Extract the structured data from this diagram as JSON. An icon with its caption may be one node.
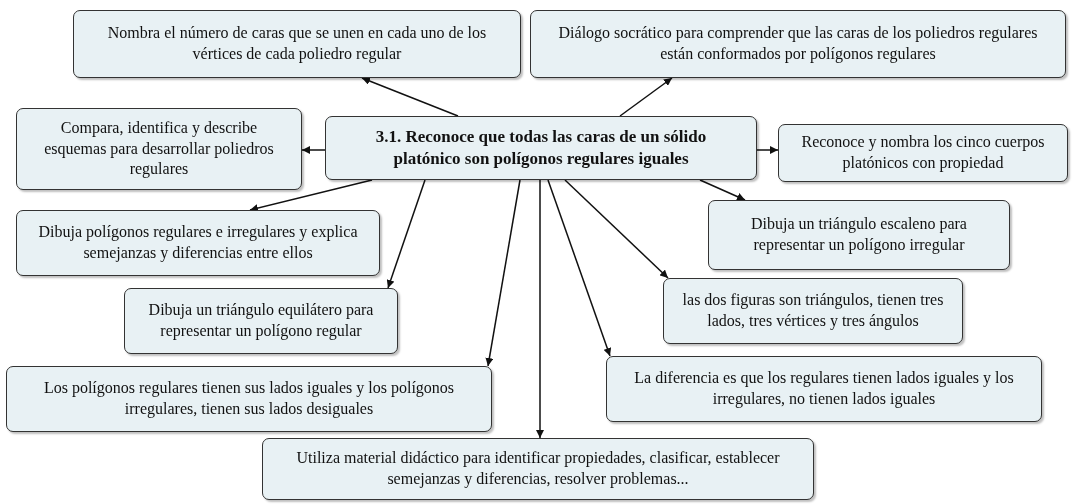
{
  "diagram": {
    "nodes": [
      {
        "text": [
          "3.1. Reconoce que todas las caras de un sólido platónico son polígonos regulares iguales"
        ]
      },
      {
        "text": [
          "Nombra el número de caras que se unen en cada uno de los vértices de cada poliedro regular"
        ]
      },
      {
        "text": [
          "Diálogo socrático para comprender que las caras de los poliedros regulares están conformados por polígonos regulares"
        ]
      },
      {
        "text": [
          "Compara, identifica y describe esquemas para desarrollar poliedros regulares"
        ]
      },
      {
        "text": [
          "Reconoce y nombra los cinco cuerpos platónicos con propiedad"
        ]
      },
      {
        "text": [
          "Dibuja polígonos regulares e irregulares y explica semejanzas y diferencias entre ellos"
        ]
      },
      {
        "text": [
          "Dibuja un triángulo escaleno para representar un polígono irregular"
        ]
      },
      {
        "text": [
          "Dibuja un triángulo equilátero para representar un polígono regular"
        ]
      },
      {
        "text": [
          "las dos figuras son triángulos, tienen tres lados, tres vértices y tres ángulos"
        ]
      },
      {
        "text": [
          "Los polígonos regulares tienen sus lados iguales y los polígonos irregulares, tienen sus lados desiguales"
        ]
      },
      {
        "text": [
          "La diferencia es que los regulares tienen lados iguales y los irregulares, no tienen lados iguales"
        ]
      },
      {
        "text": [
          "Utiliza material didáctico para identificar propiedades, clasificar, establecer semejanzas y diferencias, resolver problemas..."
        ]
      }
    ],
    "edges": [
      {
        "from": 0,
        "to": 1,
        "arrow": "to"
      },
      {
        "from": 0,
        "to": 2,
        "arrow": "to"
      },
      {
        "from": 0,
        "to": 3,
        "arrow": "to"
      },
      {
        "from": 0,
        "to": 4,
        "arrow": "to"
      },
      {
        "from": 0,
        "to": 5,
        "arrow": "to"
      },
      {
        "from": 0,
        "to": 6,
        "arrow": "to"
      },
      {
        "from": 0,
        "to": 7,
        "arrow": "to"
      },
      {
        "from": 0,
        "to": 8,
        "arrow": "to"
      },
      {
        "from": 0,
        "to": 9,
        "arrow": "to"
      },
      {
        "from": 0,
        "to": 10,
        "arrow": "to"
      },
      {
        "from": 0,
        "to": 11,
        "arrow": "to"
      }
    ]
  }
}
